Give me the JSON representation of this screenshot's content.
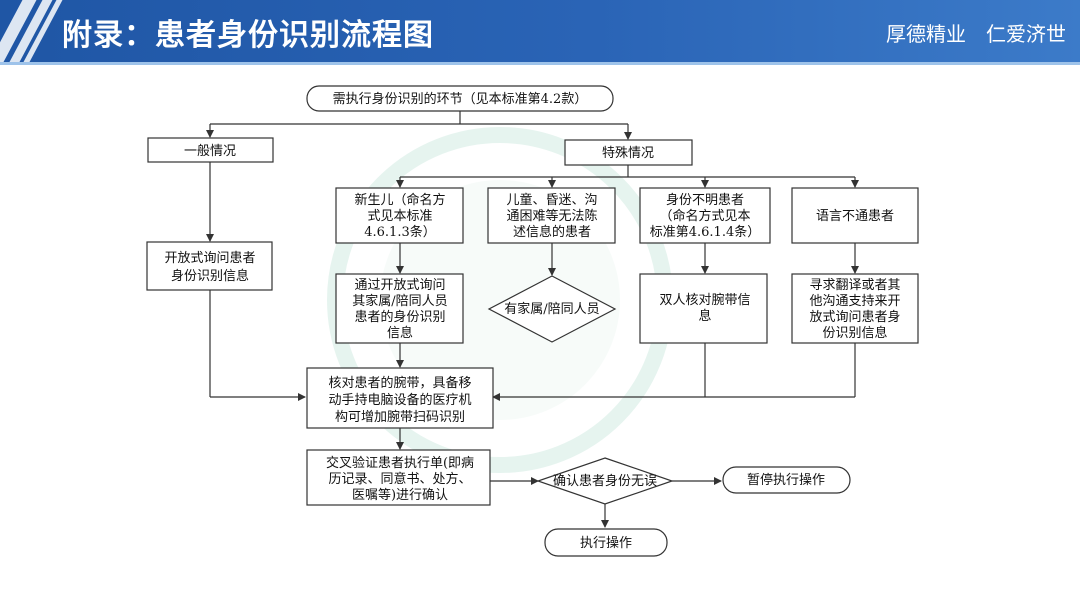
{
  "header": {
    "title": "附录：患者身份识别流程图",
    "motto": "厚德精业　仁爱济世"
  },
  "flow": {
    "top": "需执行身份识别的环节（见本标准第4.2款）",
    "general": "一般情况",
    "special": "特殊情况",
    "general_step": [
      "开放式询问患者",
      "身份识别信息"
    ],
    "newborn": [
      "新生儿（命名方",
      "式见本标准",
      "4.6.1.3条）"
    ],
    "children": [
      "儿童、昏迷、沟",
      "通困难等无法陈",
      "述信息的患者"
    ],
    "unknown": [
      "身份不明患者",
      "（命名方式见本",
      "标准第4.6.1.4条）"
    ],
    "language": "语言不通患者",
    "newborn_step": [
      "通过开放式询问",
      "其家属/陪同人员",
      "患者的身份识别",
      "信息"
    ],
    "children_diamond": "有家属/陪同人员",
    "unknown_step": [
      "双人核对腕带信",
      "息"
    ],
    "language_step": [
      "寻求翻译或者其",
      "他沟通支持来开",
      "放式询问患者身",
      "份识别信息"
    ],
    "verify": [
      "核对患者的腕带，具备移",
      "动手持电脑设备的医疗机",
      "构可增加腕带扫码识别"
    ],
    "cross": [
      "交叉验证患者执行单(即病",
      "历记录、同意书、处方、",
      "医嘱等)进行确认"
    ],
    "confirm": "确认患者身份无误",
    "pause": "暂停执行操作",
    "execute": "执行操作"
  }
}
